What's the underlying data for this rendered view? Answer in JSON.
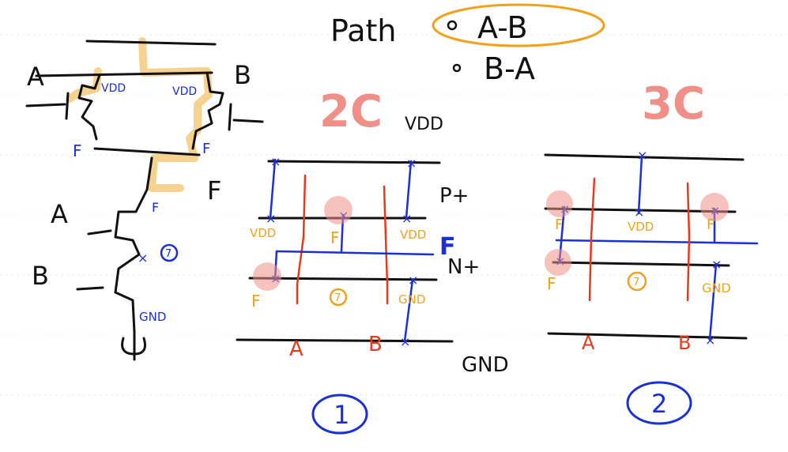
{
  "colors": {
    "ink": "#111111",
    "blue": "#1b2fd6",
    "orange": "#f0a21c",
    "red": "#e63a1f",
    "highlight": "#ef8f87"
  },
  "path_title": "Path",
  "path_options": [
    "A-B",
    "B-A"
  ],
  "schematic": {
    "label_a_top": "A",
    "label_b_top": "B",
    "vdd_left": "VDD",
    "vdd_right": "VDD",
    "label_f_left": "F",
    "label_f_right": "F",
    "label_f_mid": "F",
    "label_f_small": "F",
    "label_a_bottom": "A",
    "label_b_bottom": "B",
    "node_7": "7",
    "gnd": "GND"
  },
  "layout1": {
    "cost": "2C",
    "vdd_top": "VDD",
    "p_label": "P+",
    "n_label": "N+",
    "f_side": "F",
    "vdd_left": "VDD",
    "f_center": "F",
    "vdd_right": "VDD",
    "f_left": "F",
    "node_7": "7",
    "gnd_right": "GND",
    "gate_a": "A",
    "gate_b": "B",
    "gnd_bottom": "GND",
    "number": "1"
  },
  "layout2": {
    "cost": "3C",
    "f_left_top": "F",
    "vdd_mid": "VDD",
    "f_right_top": "F",
    "f_left_bottom": "F",
    "node_7": "7",
    "gnd_right": "GND",
    "gate_a": "A",
    "gate_b": "B",
    "number": "2"
  }
}
